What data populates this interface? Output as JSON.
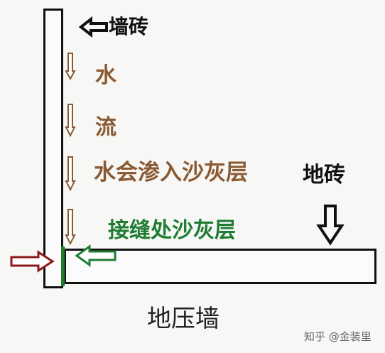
{
  "labels": {
    "wall_tile": "墙砖",
    "water": "水",
    "flow": "流",
    "seeps": "水会渗入沙灰层",
    "floor_tile": "地砖",
    "joint": "接缝处沙灰层",
    "floor_press_wall": "地压墙",
    "watermark": "知乎 @金装里"
  },
  "colors": {
    "water_arrow": "#8a5a33",
    "joint_green": "#1e7d33",
    "red_arrow": "#8b1a1a",
    "outline": "#111111"
  },
  "icons": [
    "left-arrow-icon",
    "down-arrow-icon",
    "right-arrow-icon"
  ]
}
